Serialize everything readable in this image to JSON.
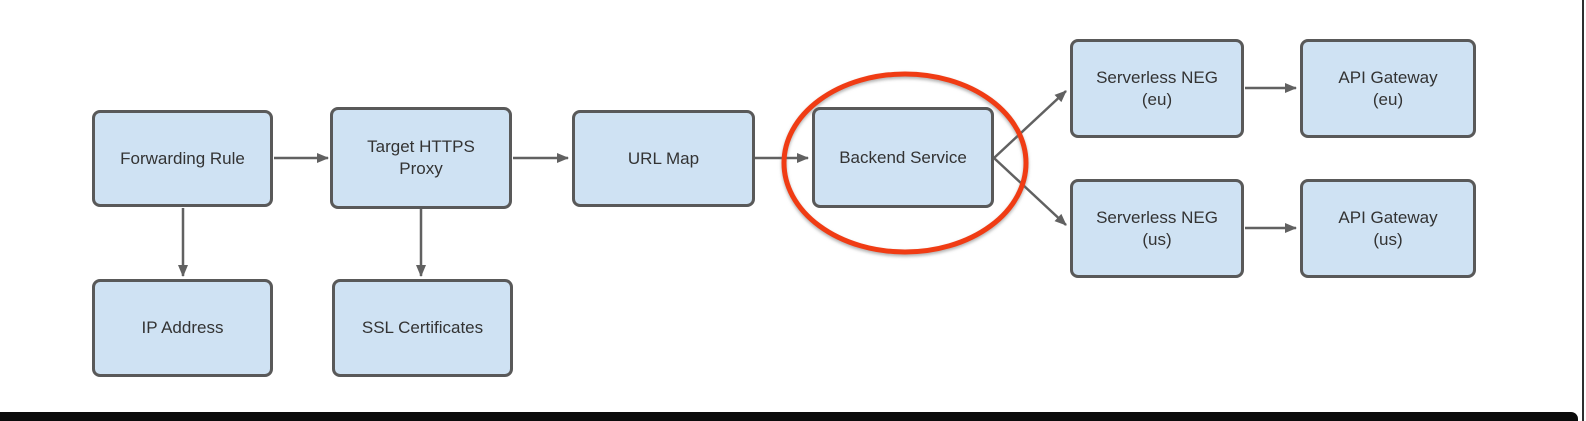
{
  "diagram": {
    "description": "Load balancer architecture flowchart",
    "nodes": [
      {
        "id": "forwarding-rule",
        "lines": [
          "Forwarding Rule"
        ]
      },
      {
        "id": "target-https-proxy",
        "lines": [
          "Target HTTPS",
          "Proxy"
        ]
      },
      {
        "id": "url-map",
        "lines": [
          "URL Map"
        ]
      },
      {
        "id": "backend-service",
        "lines": [
          "Backend Service"
        ]
      },
      {
        "id": "serverless-neg-eu",
        "lines": [
          "Serverless NEG",
          "(eu)"
        ]
      },
      {
        "id": "api-gateway-eu",
        "lines": [
          "API Gateway",
          "(eu)"
        ]
      },
      {
        "id": "serverless-neg-us",
        "lines": [
          "Serverless NEG",
          "(us)"
        ]
      },
      {
        "id": "api-gateway-us",
        "lines": [
          "API Gateway",
          "(us)"
        ]
      },
      {
        "id": "ip-address",
        "lines": [
          "IP Address"
        ]
      },
      {
        "id": "ssl-certificates",
        "lines": [
          "SSL Certificates"
        ]
      }
    ],
    "edges": [
      {
        "from": "Forwarding Rule",
        "to": "Target HTTPS Proxy"
      },
      {
        "from": "Forwarding Rule",
        "to": "IP Address"
      },
      {
        "from": "Target HTTPS Proxy",
        "to": "URL Map"
      },
      {
        "from": "Target HTTPS Proxy",
        "to": "SSL Certificates"
      },
      {
        "from": "URL Map",
        "to": "Backend Service"
      },
      {
        "from": "Backend Service",
        "to": "Serverless NEG (eu)"
      },
      {
        "from": "Backend Service",
        "to": "Serverless NEG (us)"
      },
      {
        "from": "Serverless NEG (eu)",
        "to": "API Gateway (eu)"
      },
      {
        "from": "Serverless NEG (us)",
        "to": "API Gateway (us)"
      }
    ],
    "annotation": {
      "shape": "ellipse",
      "highlighted_node": "Backend Service"
    },
    "colors": {
      "node_fill": "#cfe2f3",
      "node_border": "#595959",
      "node_text": "#333333",
      "arrow": "#616161",
      "highlight_ellipse": "#f03c14",
      "bottom_bar": "#0b0b0b"
    }
  }
}
